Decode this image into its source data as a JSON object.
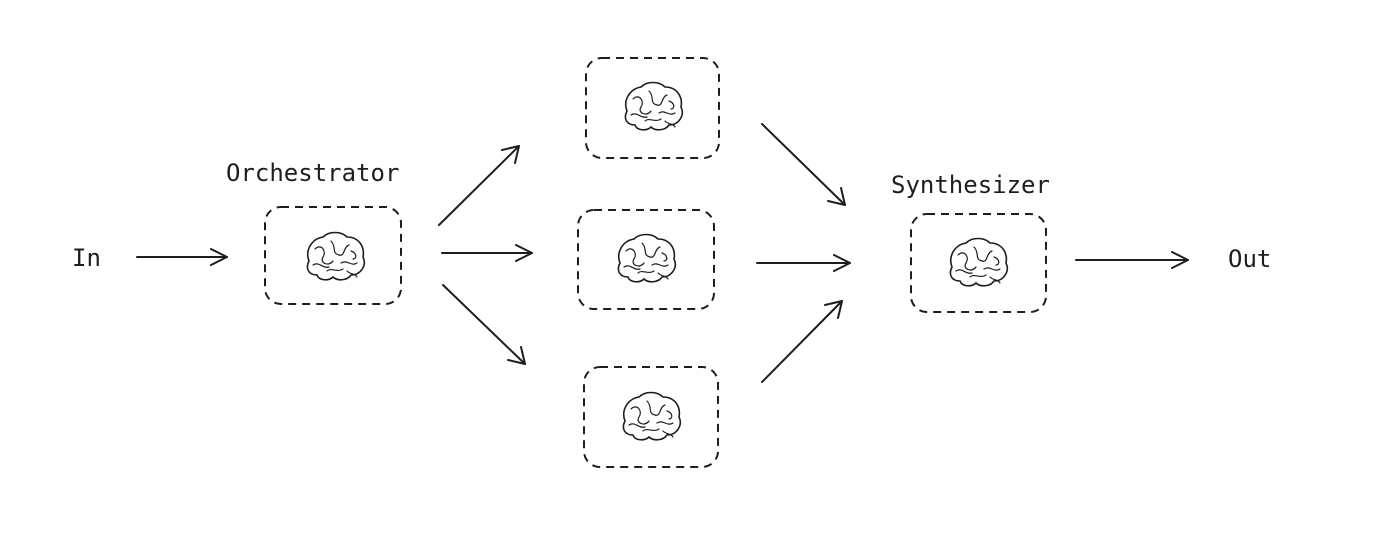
{
  "labels": {
    "input": "In",
    "output": "Out",
    "orchestrator": "Orchestrator",
    "synthesizer": "Synthesizer"
  },
  "icons": {
    "node_icon": "brain-icon",
    "connector": "arrow"
  },
  "colors": {
    "stroke": "#1e1e1e",
    "background": "#ffffff"
  }
}
